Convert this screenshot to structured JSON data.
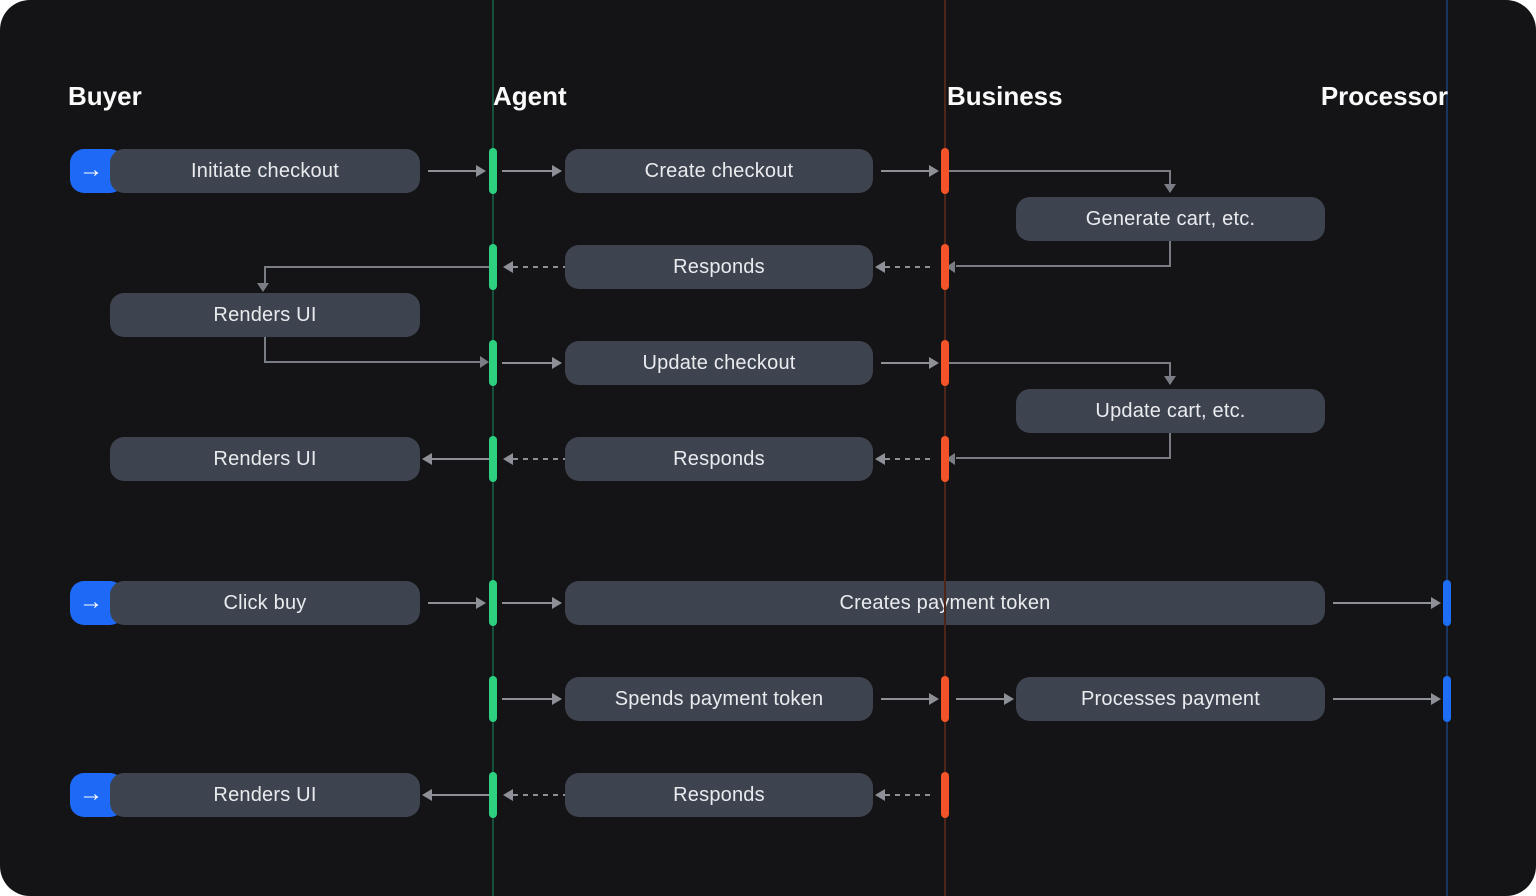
{
  "header": {
    "lanes": [
      {
        "label": "Buyer"
      },
      {
        "label": "Agent"
      },
      {
        "label": "Business"
      },
      {
        "label": "Processor"
      }
    ]
  },
  "messages": {
    "initiate_checkout": "Initiate checkout",
    "create_checkout": "Create checkout",
    "generate_cart": "Generate cart, etc.",
    "responds": "Responds",
    "renders_ui": "Renders UI",
    "update_checkout": "Update checkout",
    "update_cart": "Update cart, etc.",
    "click_buy": "Click buy",
    "creates_payment_token": "Creates payment token",
    "spends_payment_token": "Spends payment token",
    "processes_payment": "Processes payment"
  },
  "icons": {
    "buyer_action_glyph": "→"
  },
  "colors": {
    "agent": "#2cd07e",
    "agent_dim": "#15523c",
    "business": "#f4532a",
    "business_dim": "#4e2516",
    "processor": "#1d6ef5",
    "processor_dim": "#1b3563",
    "buyer_badge": "#1e6af7",
    "pill_bg": "#3e444f",
    "pill_text": "#e9ebee",
    "canvas_bg": "#141416",
    "arrow": "#8d9197",
    "elbow": "#7a7e84",
    "header_text": "#fafafa"
  }
}
